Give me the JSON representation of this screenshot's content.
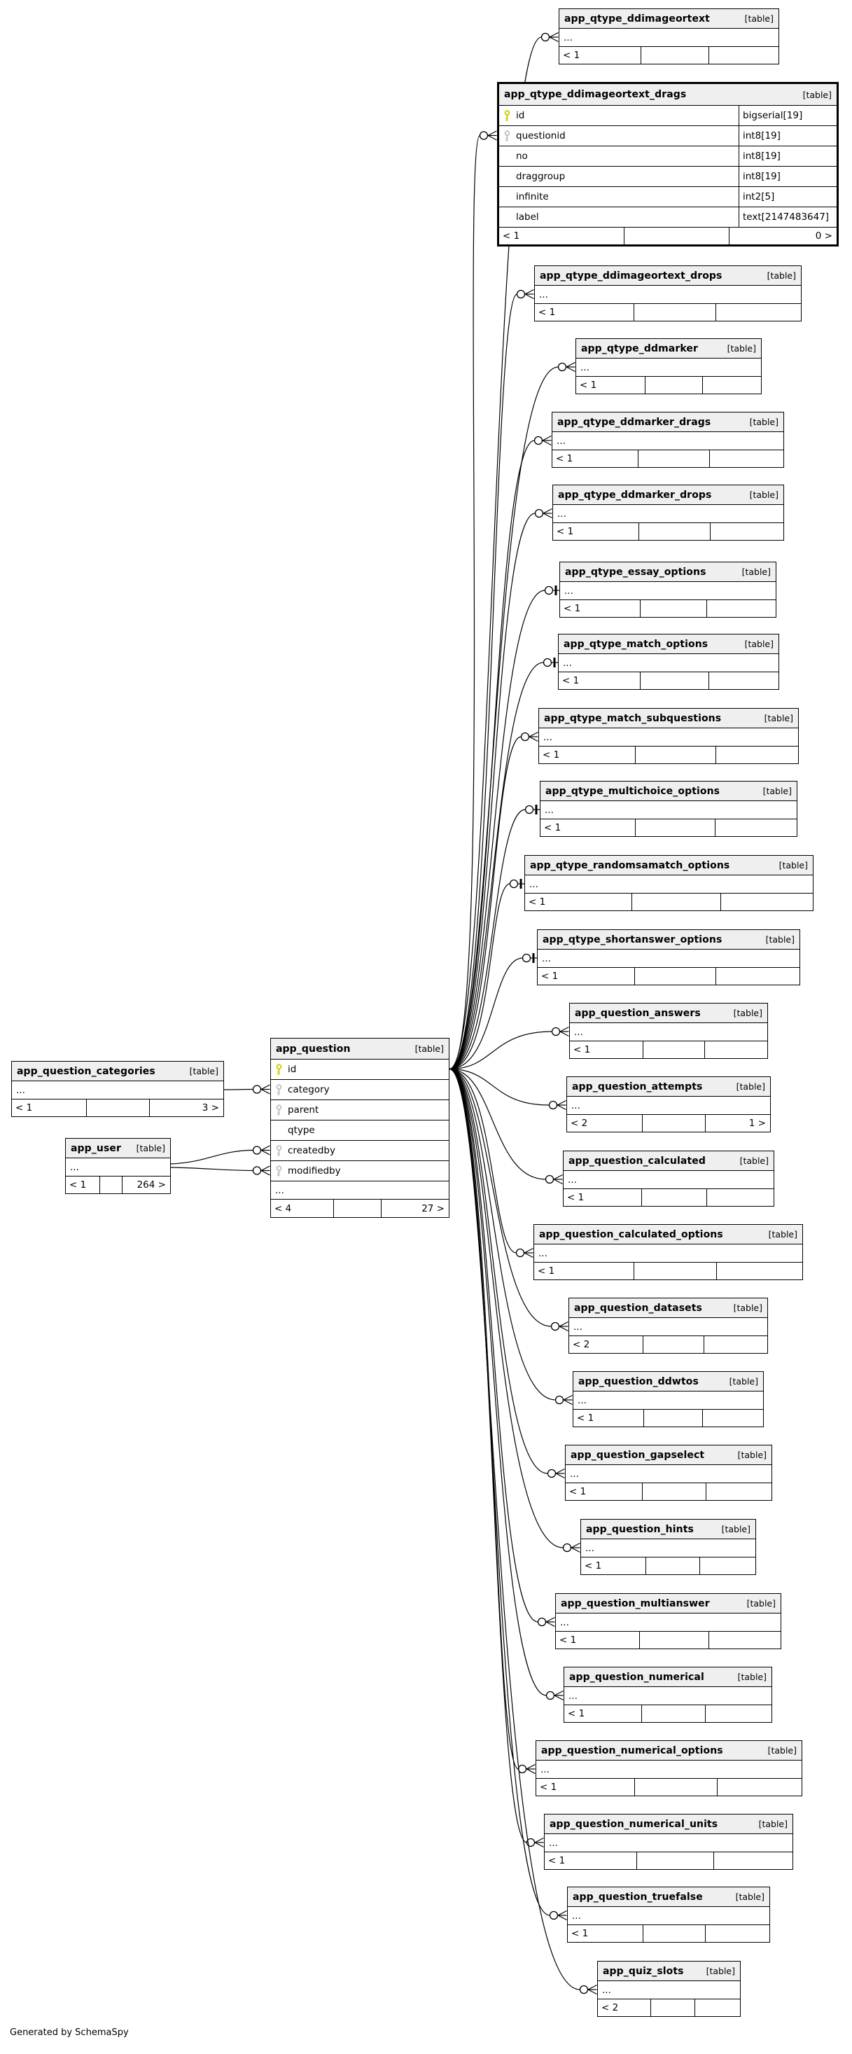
{
  "footer_note": "Generated by SchemaSpy",
  "table_tag": "[table]",
  "ellipsis": "...",
  "tables": [
    {
      "id": "app_qtype_ddimageortext",
      "name": "app_qtype_ddimageortext",
      "ellipsis": true,
      "footer": [
        "< 1",
        "",
        ""
      ],
      "connector": "zero-or-many"
    },
    {
      "id": "app_qtype_ddimageortext_drags",
      "name": "app_qtype_ddimageortext_drags",
      "emphasized": true,
      "columns": [
        {
          "name": "id",
          "key": "primary",
          "type": "bigserial[19]"
        },
        {
          "name": "questionid",
          "key": "foreign",
          "type": "int8[19]"
        },
        {
          "name": "no",
          "key": "",
          "type": "int8[19]"
        },
        {
          "name": "draggroup",
          "key": "",
          "type": "int8[19]"
        },
        {
          "name": "infinite",
          "key": "",
          "type": "int2[5]"
        },
        {
          "name": "label",
          "key": "",
          "type": "text[2147483647]"
        }
      ],
      "footer": [
        "< 1",
        "",
        "0 >"
      ],
      "connector": "zero-or-many"
    },
    {
      "id": "app_qtype_ddimageortext_drops",
      "name": "app_qtype_ddimageortext_drops",
      "ellipsis": true,
      "footer": [
        "< 1",
        "",
        ""
      ],
      "connector": "zero-or-many"
    },
    {
      "id": "app_qtype_ddmarker",
      "name": "app_qtype_ddmarker",
      "ellipsis": true,
      "footer": [
        "< 1",
        "",
        ""
      ],
      "connector": "zero-or-many"
    },
    {
      "id": "app_qtype_ddmarker_drags",
      "name": "app_qtype_ddmarker_drags",
      "ellipsis": true,
      "footer": [
        "< 1",
        "",
        ""
      ],
      "connector": "zero-or-many"
    },
    {
      "id": "app_qtype_ddmarker_drops",
      "name": "app_qtype_ddmarker_drops",
      "ellipsis": true,
      "footer": [
        "< 1",
        "",
        ""
      ],
      "connector": "zero-or-many"
    },
    {
      "id": "app_qtype_essay_options",
      "name": "app_qtype_essay_options",
      "ellipsis": true,
      "footer": [
        "< 1",
        "",
        ""
      ],
      "connector": "zero-or-one"
    },
    {
      "id": "app_qtype_match_options",
      "name": "app_qtype_match_options",
      "ellipsis": true,
      "footer": [
        "< 1",
        "",
        ""
      ],
      "connector": "zero-or-one"
    },
    {
      "id": "app_qtype_match_subquestions",
      "name": "app_qtype_match_subquestions",
      "ellipsis": true,
      "footer": [
        "< 1",
        "",
        ""
      ],
      "connector": "zero-or-many"
    },
    {
      "id": "app_qtype_multichoice_options",
      "name": "app_qtype_multichoice_options",
      "ellipsis": true,
      "footer": [
        "< 1",
        "",
        ""
      ],
      "connector": "zero-or-one"
    },
    {
      "id": "app_qtype_randomsamatch_options",
      "name": "app_qtype_randomsamatch_options",
      "ellipsis": true,
      "footer": [
        "< 1",
        "",
        ""
      ],
      "connector": "zero-or-one"
    },
    {
      "id": "app_qtype_shortanswer_options",
      "name": "app_qtype_shortanswer_options",
      "ellipsis": true,
      "footer": [
        "< 1",
        "",
        ""
      ],
      "connector": "zero-or-one"
    },
    {
      "id": "app_question_answers",
      "name": "app_question_answers",
      "ellipsis": true,
      "footer": [
        "< 1",
        "",
        ""
      ],
      "connector": "zero-or-many"
    },
    {
      "id": "app_question_attempts",
      "name": "app_question_attempts",
      "ellipsis": true,
      "footer": [
        "< 2",
        "",
        "1 >"
      ],
      "connector": "zero-or-many"
    },
    {
      "id": "app_question_calculated",
      "name": "app_question_calculated",
      "ellipsis": true,
      "footer": [
        "< 1",
        "",
        ""
      ],
      "connector": "zero-or-many"
    },
    {
      "id": "app_question_calculated_options",
      "name": "app_question_calculated_options",
      "ellipsis": true,
      "footer": [
        "< 1",
        "",
        ""
      ],
      "connector": "zero-or-many"
    },
    {
      "id": "app_question_datasets",
      "name": "app_question_datasets",
      "ellipsis": true,
      "footer": [
        "< 2",
        "",
        ""
      ],
      "connector": "zero-or-many"
    },
    {
      "id": "app_question_ddwtos",
      "name": "app_question_ddwtos",
      "ellipsis": true,
      "footer": [
        "< 1",
        "",
        ""
      ],
      "connector": "zero-or-many"
    },
    {
      "id": "app_question_gapselect",
      "name": "app_question_gapselect",
      "ellipsis": true,
      "footer": [
        "< 1",
        "",
        ""
      ],
      "connector": "zero-or-many"
    },
    {
      "id": "app_question_hints",
      "name": "app_question_hints",
      "ellipsis": true,
      "footer": [
        "< 1",
        "",
        ""
      ],
      "connector": "zero-or-many"
    },
    {
      "id": "app_question_multianswer",
      "name": "app_question_multianswer",
      "ellipsis": true,
      "footer": [
        "< 1",
        "",
        ""
      ],
      "connector": "zero-or-many"
    },
    {
      "id": "app_question_numerical",
      "name": "app_question_numerical",
      "ellipsis": true,
      "footer": [
        "< 1",
        "",
        ""
      ],
      "connector": "zero-or-many"
    },
    {
      "id": "app_question_numerical_options",
      "name": "app_question_numerical_options",
      "ellipsis": true,
      "footer": [
        "< 1",
        "",
        ""
      ],
      "connector": "zero-or-many"
    },
    {
      "id": "app_question_numerical_units",
      "name": "app_question_numerical_units",
      "ellipsis": true,
      "footer": [
        "< 1",
        "",
        ""
      ],
      "connector": "zero-or-many"
    },
    {
      "id": "app_question_truefalse",
      "name": "app_question_truefalse",
      "ellipsis": true,
      "footer": [
        "< 1",
        "",
        ""
      ],
      "connector": "zero-or-many"
    },
    {
      "id": "app_quiz_slots",
      "name": "app_quiz_slots",
      "ellipsis": true,
      "footer": [
        "< 2",
        "",
        ""
      ],
      "connector": "zero-or-many"
    },
    {
      "id": "app_question_categories",
      "name": "app_question_categories",
      "ellipsis": true,
      "footer": [
        "< 1",
        "",
        "3 >"
      ],
      "connector": ""
    },
    {
      "id": "app_user",
      "name": "app_user",
      "ellipsis": true,
      "footer": [
        "< 1",
        "",
        "264 >"
      ],
      "connector": ""
    },
    {
      "id": "app_question",
      "name": "app_question",
      "ellipsis": true,
      "columns": [
        {
          "name": "id",
          "key": "primary",
          "type": ""
        },
        {
          "name": "category",
          "key": "foreign",
          "type": ""
        },
        {
          "name": "parent",
          "key": "foreign",
          "type": ""
        },
        {
          "name": "qtype",
          "key": "",
          "type": ""
        },
        {
          "name": "createdby",
          "key": "foreign",
          "type": ""
        },
        {
          "name": "modifiedby",
          "key": "foreign",
          "type": ""
        }
      ],
      "footer": [
        "< 4",
        "",
        "27 >"
      ],
      "connector": ""
    }
  ],
  "key_colors": {
    "primary": "#d2cf00",
    "foreign": "#c3c3c3"
  }
}
